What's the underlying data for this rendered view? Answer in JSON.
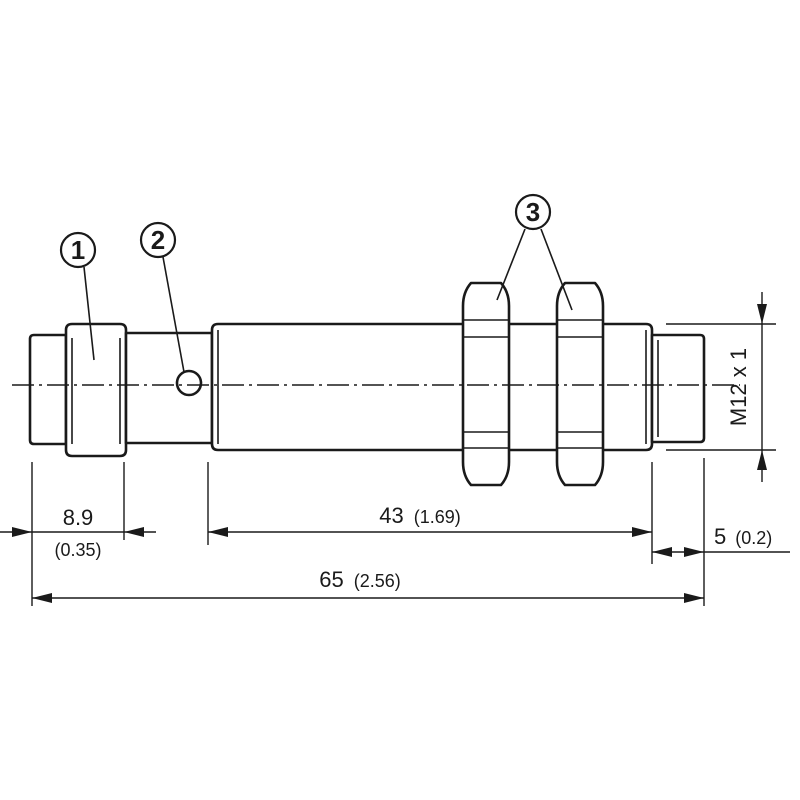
{
  "callouts": [
    {
      "number": "1"
    },
    {
      "number": "2"
    },
    {
      "number": "3"
    }
  ],
  "dimensions": {
    "left_cap_width": {
      "value": "8.9",
      "inch": "(0.35)"
    },
    "thread_length": {
      "value": "43",
      "inch": "(1.69)"
    },
    "connector_length": {
      "value": "5",
      "inch": "(0.2)"
    },
    "total_length": {
      "value": "65",
      "inch": "(2.56)"
    },
    "thread_size": {
      "value": "M12 x 1"
    }
  }
}
